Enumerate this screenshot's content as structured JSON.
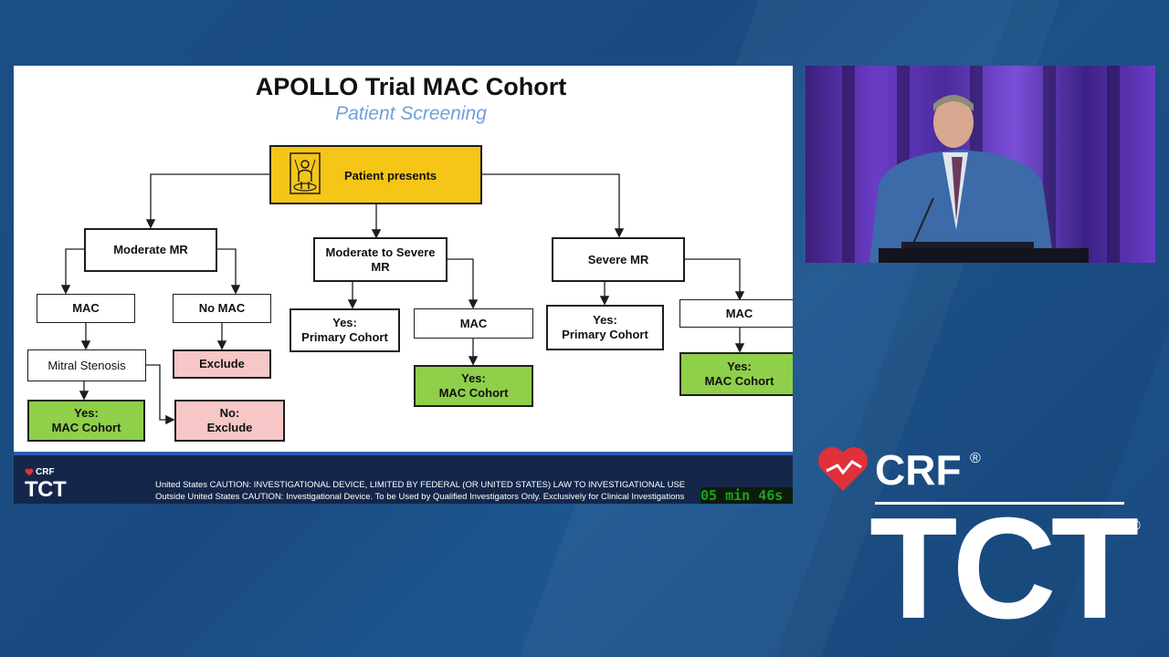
{
  "slide": {
    "title": "APOLLO Trial MAC Cohort",
    "subtitle": "Patient Screening",
    "flowchart": {
      "root": "Patient presents",
      "moderate_mr": "Moderate MR",
      "mac_left": "MAC",
      "no_mac": "No MAC",
      "mitral_stenosis": "Mitral Stenosis",
      "exclude": "Exclude",
      "yes_mac_cohort_1_line1": "Yes:",
      "yes_mac_cohort_1_line2": "MAC Cohort",
      "no_exclude_line1": "No:",
      "no_exclude_line2": "Exclude",
      "mod_severe_line1": "Moderate to Severe",
      "mod_severe_line2": "MR",
      "yes_primary_1_line1": "Yes:",
      "yes_primary_1_line2": "Primary Cohort",
      "mac_mid": "MAC",
      "yes_mac_cohort_2_line1": "Yes:",
      "yes_mac_cohort_2_line2": "MAC Cohort",
      "severe_mr": "Severe MR",
      "yes_primary_2_line1": "Yes:",
      "yes_primary_2_line2": "Primary Cohort",
      "mac_right": "MAC",
      "yes_mac_cohort_3_line1": "Yes:",
      "yes_mac_cohort_3_line2": "MAC Cohort"
    },
    "footer": {
      "logo_small_crf": "CRF",
      "logo_small_tct": "TCT",
      "caution_us": "United States CAUTION: INVESTIGATIONAL DEVICE, LIMITED BY FEDERAL (OR UNITED STATES) LAW TO INVESTIGATIONAL USE",
      "caution_outside": "Outside United States CAUTION: Investigational Device. To be Used by Qualified Investigators Only. Exclusively for Clinical Investigations",
      "timer": "05 min 46s"
    }
  },
  "branding": {
    "crf": "CRF",
    "tct": "TCT",
    "registered": "®"
  },
  "colors": {
    "background": "#1b4f86",
    "root_box": "#f5c518",
    "yes_box": "#8fcf4a",
    "exclude_box": "#f7c6c6",
    "subtitle": "#6fa1dd",
    "crf_heart": "#e0313b",
    "timer_text": "#1aa31a"
  }
}
